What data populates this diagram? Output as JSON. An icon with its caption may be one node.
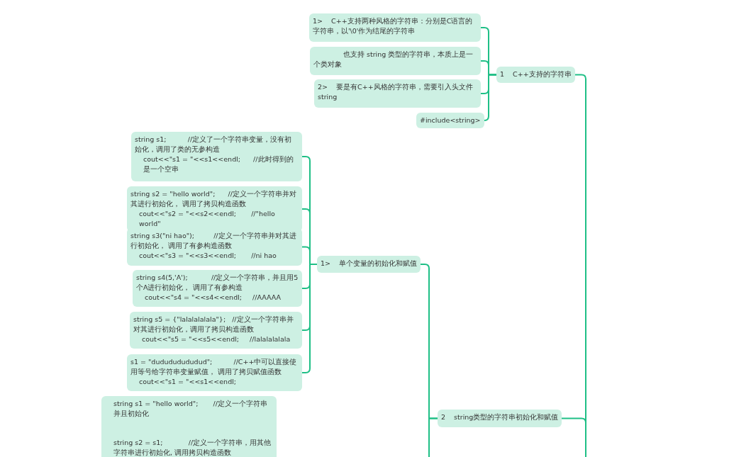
{
  "diagram": {
    "nodes": [
      {
        "text": [
          "1    C++支持的字符串"
        ]
      },
      {
        "text": [
          "1>    C++支持两种风格的字符串：分别是C语言的字符串，以'\\0'作为结尾的字符串"
        ]
      },
      {
        "text": [
          "也支持 string 类型的字符串，本质上是一个类对象"
        ]
      },
      {
        "text": [
          "2>    要是有C++风格的字符串，需要引入头文件 string"
        ]
      },
      {
        "text": [
          "#include<string>"
        ]
      },
      {
        "text": [
          "1>    单个变量的初始化和赋值"
        ]
      },
      {
        "text": [
          "string s1;          //定义了一个字符串变量，没有初始化，调用了类的无参构造",
          "cout<<\"s1 = \"<<s1<<endl;      //此时得到的是一个空串"
        ]
      },
      {
        "text": [
          "string s2 = \"hello world\";      //定义一个字符串并对其进行初始化， 调用了拷贝构造函数",
          "cout<<\"s2 = \"<<s2<<endl;       //\"hello world\""
        ]
      },
      {
        "text": [
          "string s3(\"ni hao\");         //定义一个字符串并对其进行初始化， 调用了有参构造函数",
          "cout<<\"s3 = \"<<s3<<endl;       //ni hao"
        ]
      },
      {
        "text": [
          "string s4(5,'A');           //定义一个字符串，并且用5个A进行初始化， 调用了有参构造",
          "cout<<\"s4 = \"<<s4<<endl;     //AAAAA"
        ]
      },
      {
        "text": [
          "string s5 = {\"lalalalalala\"};   //定义一个字符串并对其进行初始化，调用了拷贝构造函数",
          "cout<<\"s5 = \"<<s5<<endl;     //lalalalalala"
        ]
      },
      {
        "text": [
          "s1 = \"dudududududud\";          //C++中可以直接使用等号给字符串变量赋值， 调用了拷贝赋值函数",
          "cout<<\"s1 = \"<<s1<<endl;"
        ]
      },
      {
        "text": [
          "2    string类型的字符串初始化和赋值"
        ]
      },
      {
        "text": [
          "string s1 = \"hello world\";       //定义一个字符串并且初始化",
          "string s2 = s1;            //定义一个字符串，用其他字符串进行初始化, 调用拷贝构造函数"
        ]
      }
    ],
    "edges": [
      {
        "from": 1,
        "to": 0,
        "arrow": "none"
      },
      {
        "from": 2,
        "to": 0,
        "arrow": "none"
      },
      {
        "from": 3,
        "to": 0,
        "arrow": "none"
      },
      {
        "from": 4,
        "to": 0,
        "arrow": "none"
      },
      {
        "from": 0,
        "to": null,
        "arrow": "none"
      },
      {
        "from": 6,
        "to": 5,
        "arrow": "none"
      },
      {
        "from": 7,
        "to": 5,
        "arrow": "none"
      },
      {
        "from": 8,
        "to": 5,
        "arrow": "none"
      },
      {
        "from": 9,
        "to": 5,
        "arrow": "none"
      },
      {
        "from": 10,
        "to": 5,
        "arrow": "none"
      },
      {
        "from": 11,
        "to": 5,
        "arrow": "none"
      },
      {
        "from": 5,
        "to": 12,
        "arrow": "none"
      },
      {
        "from": 12,
        "to": null,
        "arrow": "none"
      },
      {
        "from": null,
        "to": 12,
        "arrow": "none"
      }
    ]
  }
}
